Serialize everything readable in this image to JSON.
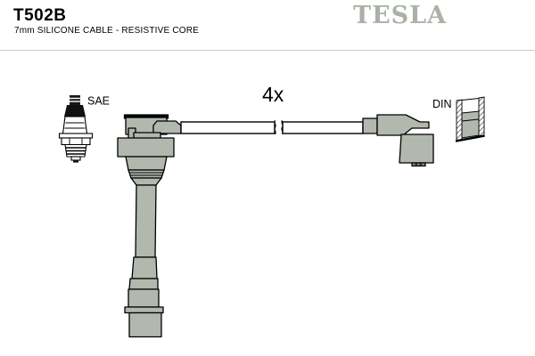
{
  "header": {
    "part_number": "T502B",
    "subtitle": "7mm SILICONE CABLE - RESISTIVE CORE",
    "brand": "TESLA"
  },
  "diagram": {
    "labels": {
      "sae": "SAE",
      "din": "DIN",
      "quantity": "4x"
    },
    "icons": {
      "spark_plug": "spark-plug-icon",
      "sae_boot": "spark-plug-boot",
      "cable": "ignition-cable",
      "distributor_plug": "distributor-elbow-plug",
      "din_connector": "din-connector-icon"
    }
  },
  "colors": {
    "part_gray": "#b2b8ae",
    "logo_gray": "#aab1a6",
    "outline": "#000000",
    "terminal_dark": "#8a8f86",
    "rule_gray": "#cccccc",
    "background": "#ffffff"
  }
}
